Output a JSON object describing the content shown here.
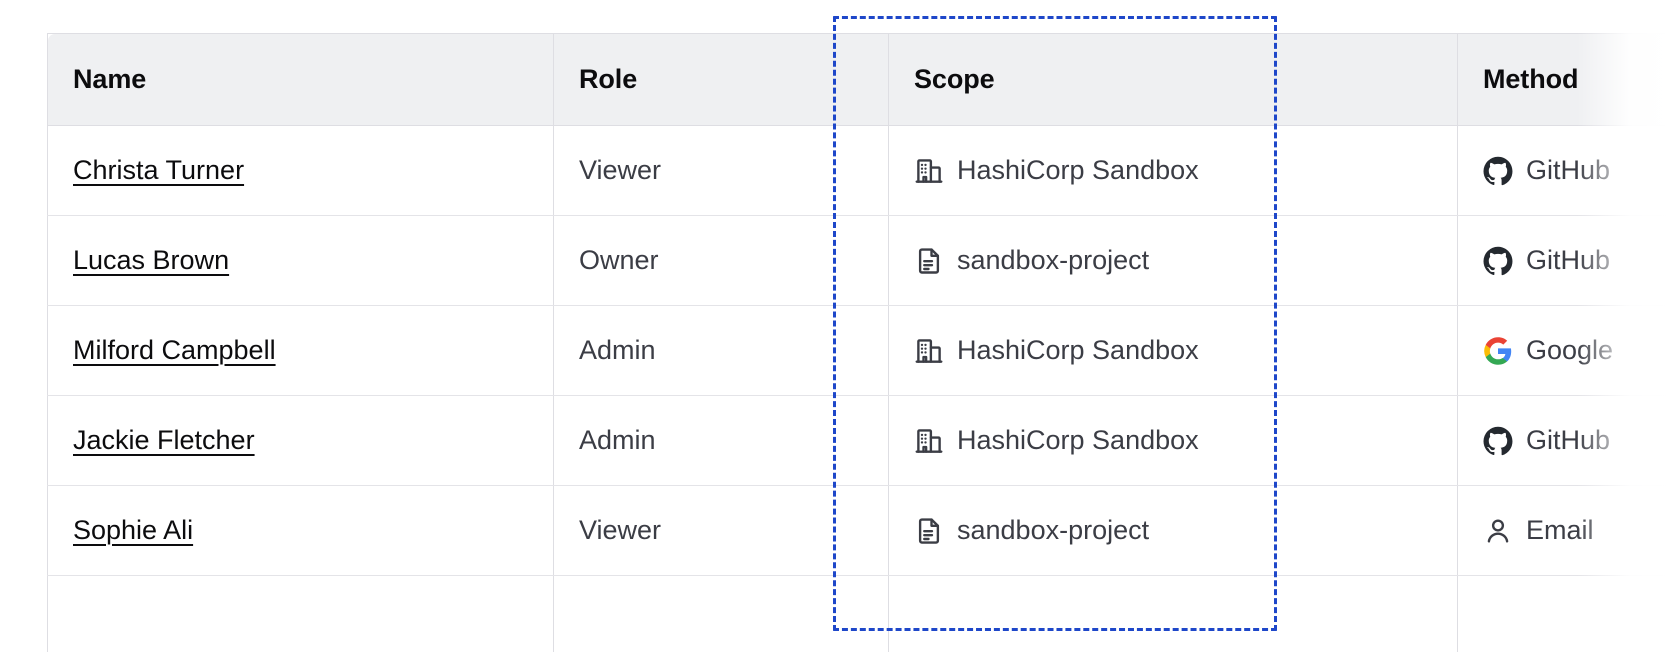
{
  "table": {
    "columns": [
      {
        "key": "name",
        "label": "Name"
      },
      {
        "key": "role",
        "label": "Role"
      },
      {
        "key": "scope",
        "label": "Scope"
      },
      {
        "key": "method",
        "label": "Method"
      }
    ],
    "rows": [
      {
        "name": "Christa Turner",
        "role": "Viewer",
        "scope": "HashiCorp Sandbox",
        "scope_icon": "org-building-icon",
        "method": "GitHub",
        "method_icon": "github-icon"
      },
      {
        "name": "Lucas Brown",
        "role": "Owner",
        "scope": "sandbox-project",
        "scope_icon": "file-text-icon",
        "method": "GitHub",
        "method_icon": "github-icon"
      },
      {
        "name": "Milford Campbell",
        "role": "Admin",
        "scope": "HashiCorp Sandbox",
        "scope_icon": "org-building-icon",
        "method": "Google",
        "method_icon": "google-icon"
      },
      {
        "name": "Jackie Fletcher",
        "role": "Admin",
        "scope": "HashiCorp Sandbox",
        "scope_icon": "org-building-icon",
        "method": "GitHub",
        "method_icon": "github-icon"
      },
      {
        "name": "Sophie Ali",
        "role": "Viewer",
        "scope": "sandbox-project",
        "scope_icon": "file-text-icon",
        "method": "Email",
        "method_icon": "user-icon"
      },
      {
        "name": "",
        "role": "",
        "scope": "",
        "scope_icon": "file-text-icon",
        "method": "",
        "method_icon": ""
      }
    ]
  },
  "selection": {
    "target_column": "Scope",
    "border_color": "#1E47C9",
    "style": "dashed"
  },
  "colors": {
    "header_bg": "#EFF0F2",
    "border": "#DEDEE3",
    "row_border": "#E4E4E8",
    "text": "#3B3D45",
    "heading_text": "#0C0C0E",
    "link_text": "#0C0C0E",
    "google_blue": "#4285F4",
    "google_red": "#EA4335",
    "google_yellow": "#FBBC05",
    "google_green": "#34A853",
    "github_dark": "#24292F"
  }
}
